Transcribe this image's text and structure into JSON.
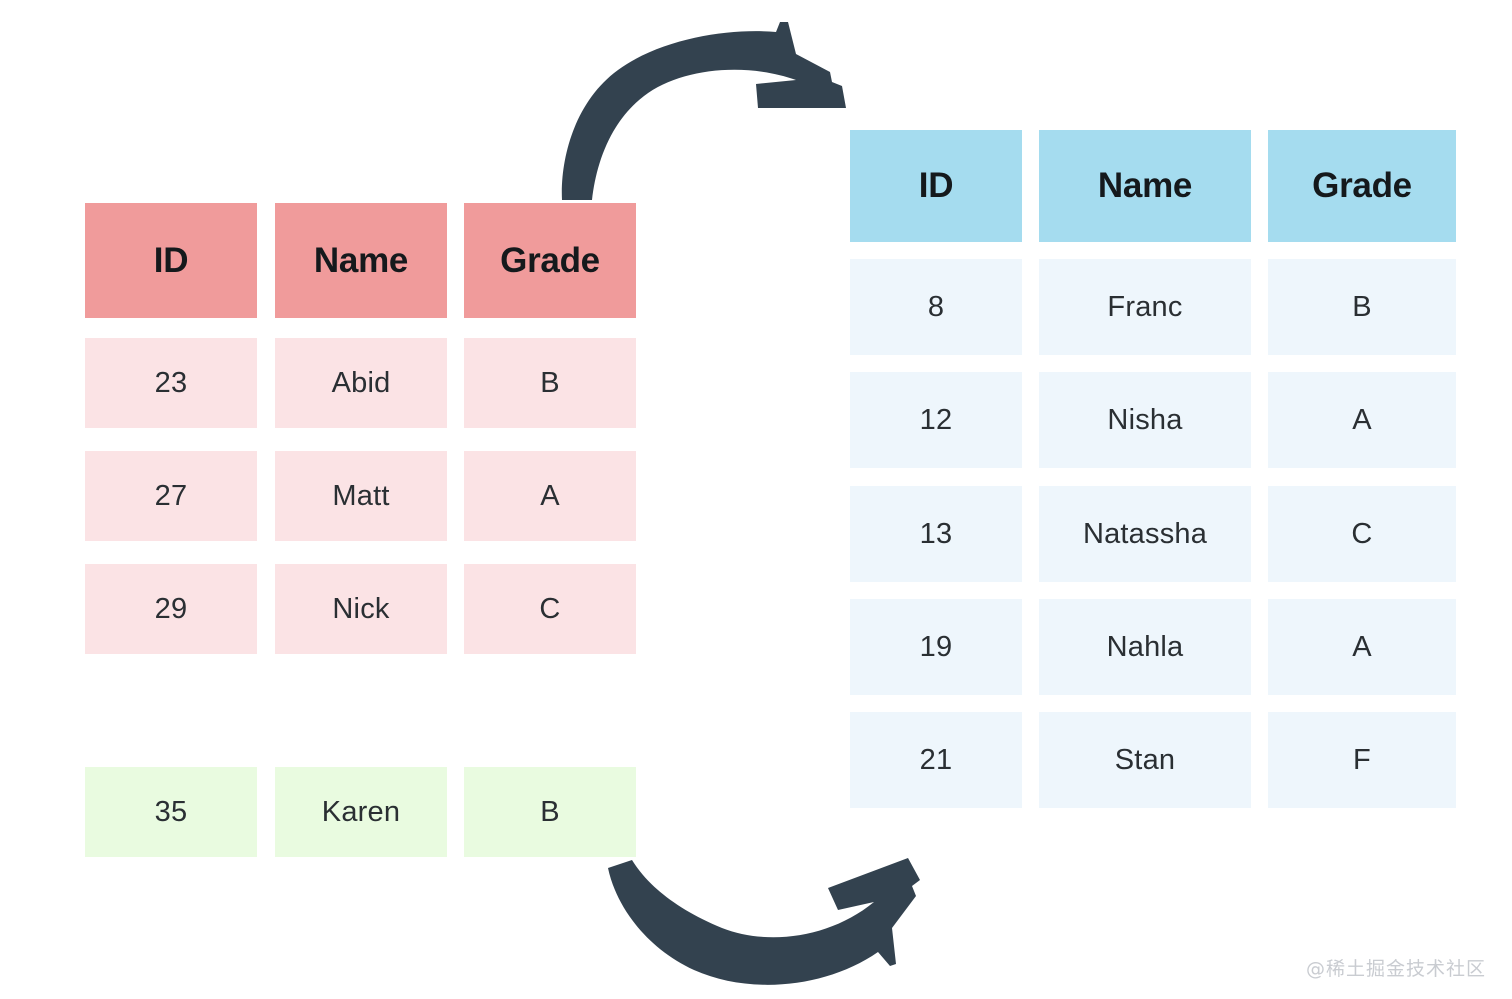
{
  "page": {
    "background_color": "#ffffff",
    "watermark": "@稀土掘金技术社区"
  },
  "colors": {
    "red_header": "#f09b9b",
    "red_row": "#fbe3e5",
    "green_row": "#e9fbe0",
    "blue_header": "#a5dcef",
    "blue_row": "#eef6fc",
    "arrow": "#33424f",
    "text": "#2a2f33"
  },
  "left_table": {
    "name": "left-table",
    "headers": [
      "ID",
      "Name",
      "Grade"
    ],
    "rows": [
      {
        "id": "23",
        "name": "Abid",
        "grade": "B",
        "highlight": "normal"
      },
      {
        "id": "27",
        "name": "Matt",
        "grade": "A",
        "highlight": "normal"
      },
      {
        "id": "29",
        "name": "Nick",
        "grade": "C",
        "highlight": "normal"
      }
    ],
    "appended_rows": [
      {
        "id": "35",
        "name": "Karen",
        "grade": "B",
        "highlight": "green"
      }
    ]
  },
  "right_table": {
    "name": "right-table",
    "headers": [
      "ID",
      "Name",
      "Grade"
    ],
    "rows": [
      {
        "id": "8",
        "name": "Franc",
        "grade": "B"
      },
      {
        "id": "12",
        "name": "Nisha",
        "grade": "A"
      },
      {
        "id": "13",
        "name": "Natassha",
        "grade": "C"
      },
      {
        "id": "19",
        "name": "Nahla",
        "grade": "A"
      },
      {
        "id": "21",
        "name": "Stan",
        "grade": "F"
      }
    ]
  },
  "arrows": [
    {
      "name": "arrow-left-to-right-top",
      "direction": "right",
      "position": "top"
    },
    {
      "name": "arrow-right-to-left-bottom",
      "direction": "up-right",
      "position": "bottom"
    }
  ],
  "chart_data": {
    "type": "table",
    "title": "",
    "tables": [
      {
        "name": "left_table",
        "columns": [
          "ID",
          "Name",
          "Grade"
        ],
        "rows": [
          [
            "23",
            "Abid",
            "B"
          ],
          [
            "27",
            "Matt",
            "A"
          ],
          [
            "29",
            "Nick",
            "C"
          ],
          [
            "35",
            "Karen",
            "B"
          ]
        ]
      },
      {
        "name": "right_table",
        "columns": [
          "ID",
          "Name",
          "Grade"
        ],
        "rows": [
          [
            "8",
            "Franc",
            "B"
          ],
          [
            "12",
            "Nisha",
            "A"
          ],
          [
            "13",
            "Natassha",
            "C"
          ],
          [
            "19",
            "Nahla",
            "A"
          ],
          [
            "21",
            "Stan",
            "F"
          ]
        ]
      }
    ]
  }
}
